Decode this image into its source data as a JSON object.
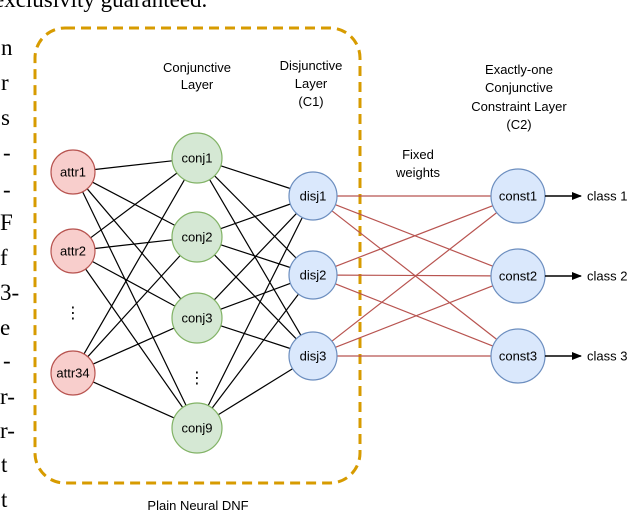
{
  "diagram": {
    "clipped_top_text": "exclusivity guaranteed.",
    "left_margin_fragments": [
      "n",
      "r",
      "s",
      "-",
      "-",
      "F",
      "f",
      "3-",
      "e",
      "-",
      "r-",
      "r-",
      "t",
      "t"
    ],
    "layer_labels": {
      "conjunctive": [
        "Conjunctive",
        "Layer"
      ],
      "disjunctive": [
        "Disjunctive",
        "Layer",
        "(C1)"
      ],
      "constraint": [
        "Exactly-one",
        "Conjunctive",
        "Constraint Layer",
        "(C2)"
      ],
      "fixed_weights": [
        "Fixed",
        "weights"
      ]
    },
    "group_label": "Plain Neural DNF",
    "attr_nodes": [
      "attr1",
      "attr2",
      "attr34"
    ],
    "conj_nodes": [
      "conj1",
      "conj2",
      "conj3",
      "conj9"
    ],
    "disj_nodes": [
      "disj1",
      "disj2",
      "disj3"
    ],
    "const_nodes": [
      "const1",
      "const2",
      "const3"
    ],
    "classes": [
      "class 1",
      "class 2",
      "class 3"
    ],
    "ellipsis": "⋮",
    "colors": {
      "attr_fill": "#f8cecc",
      "attr_stroke": "#b85450",
      "conj_fill": "#d5e8d4",
      "conj_stroke": "#82b366",
      "disj_fill": "#dae8fc",
      "disj_stroke": "#6c8ebf",
      "box_stroke": "#d79b00",
      "red_edge": "#b85450",
      "edge": "#000000"
    }
  }
}
